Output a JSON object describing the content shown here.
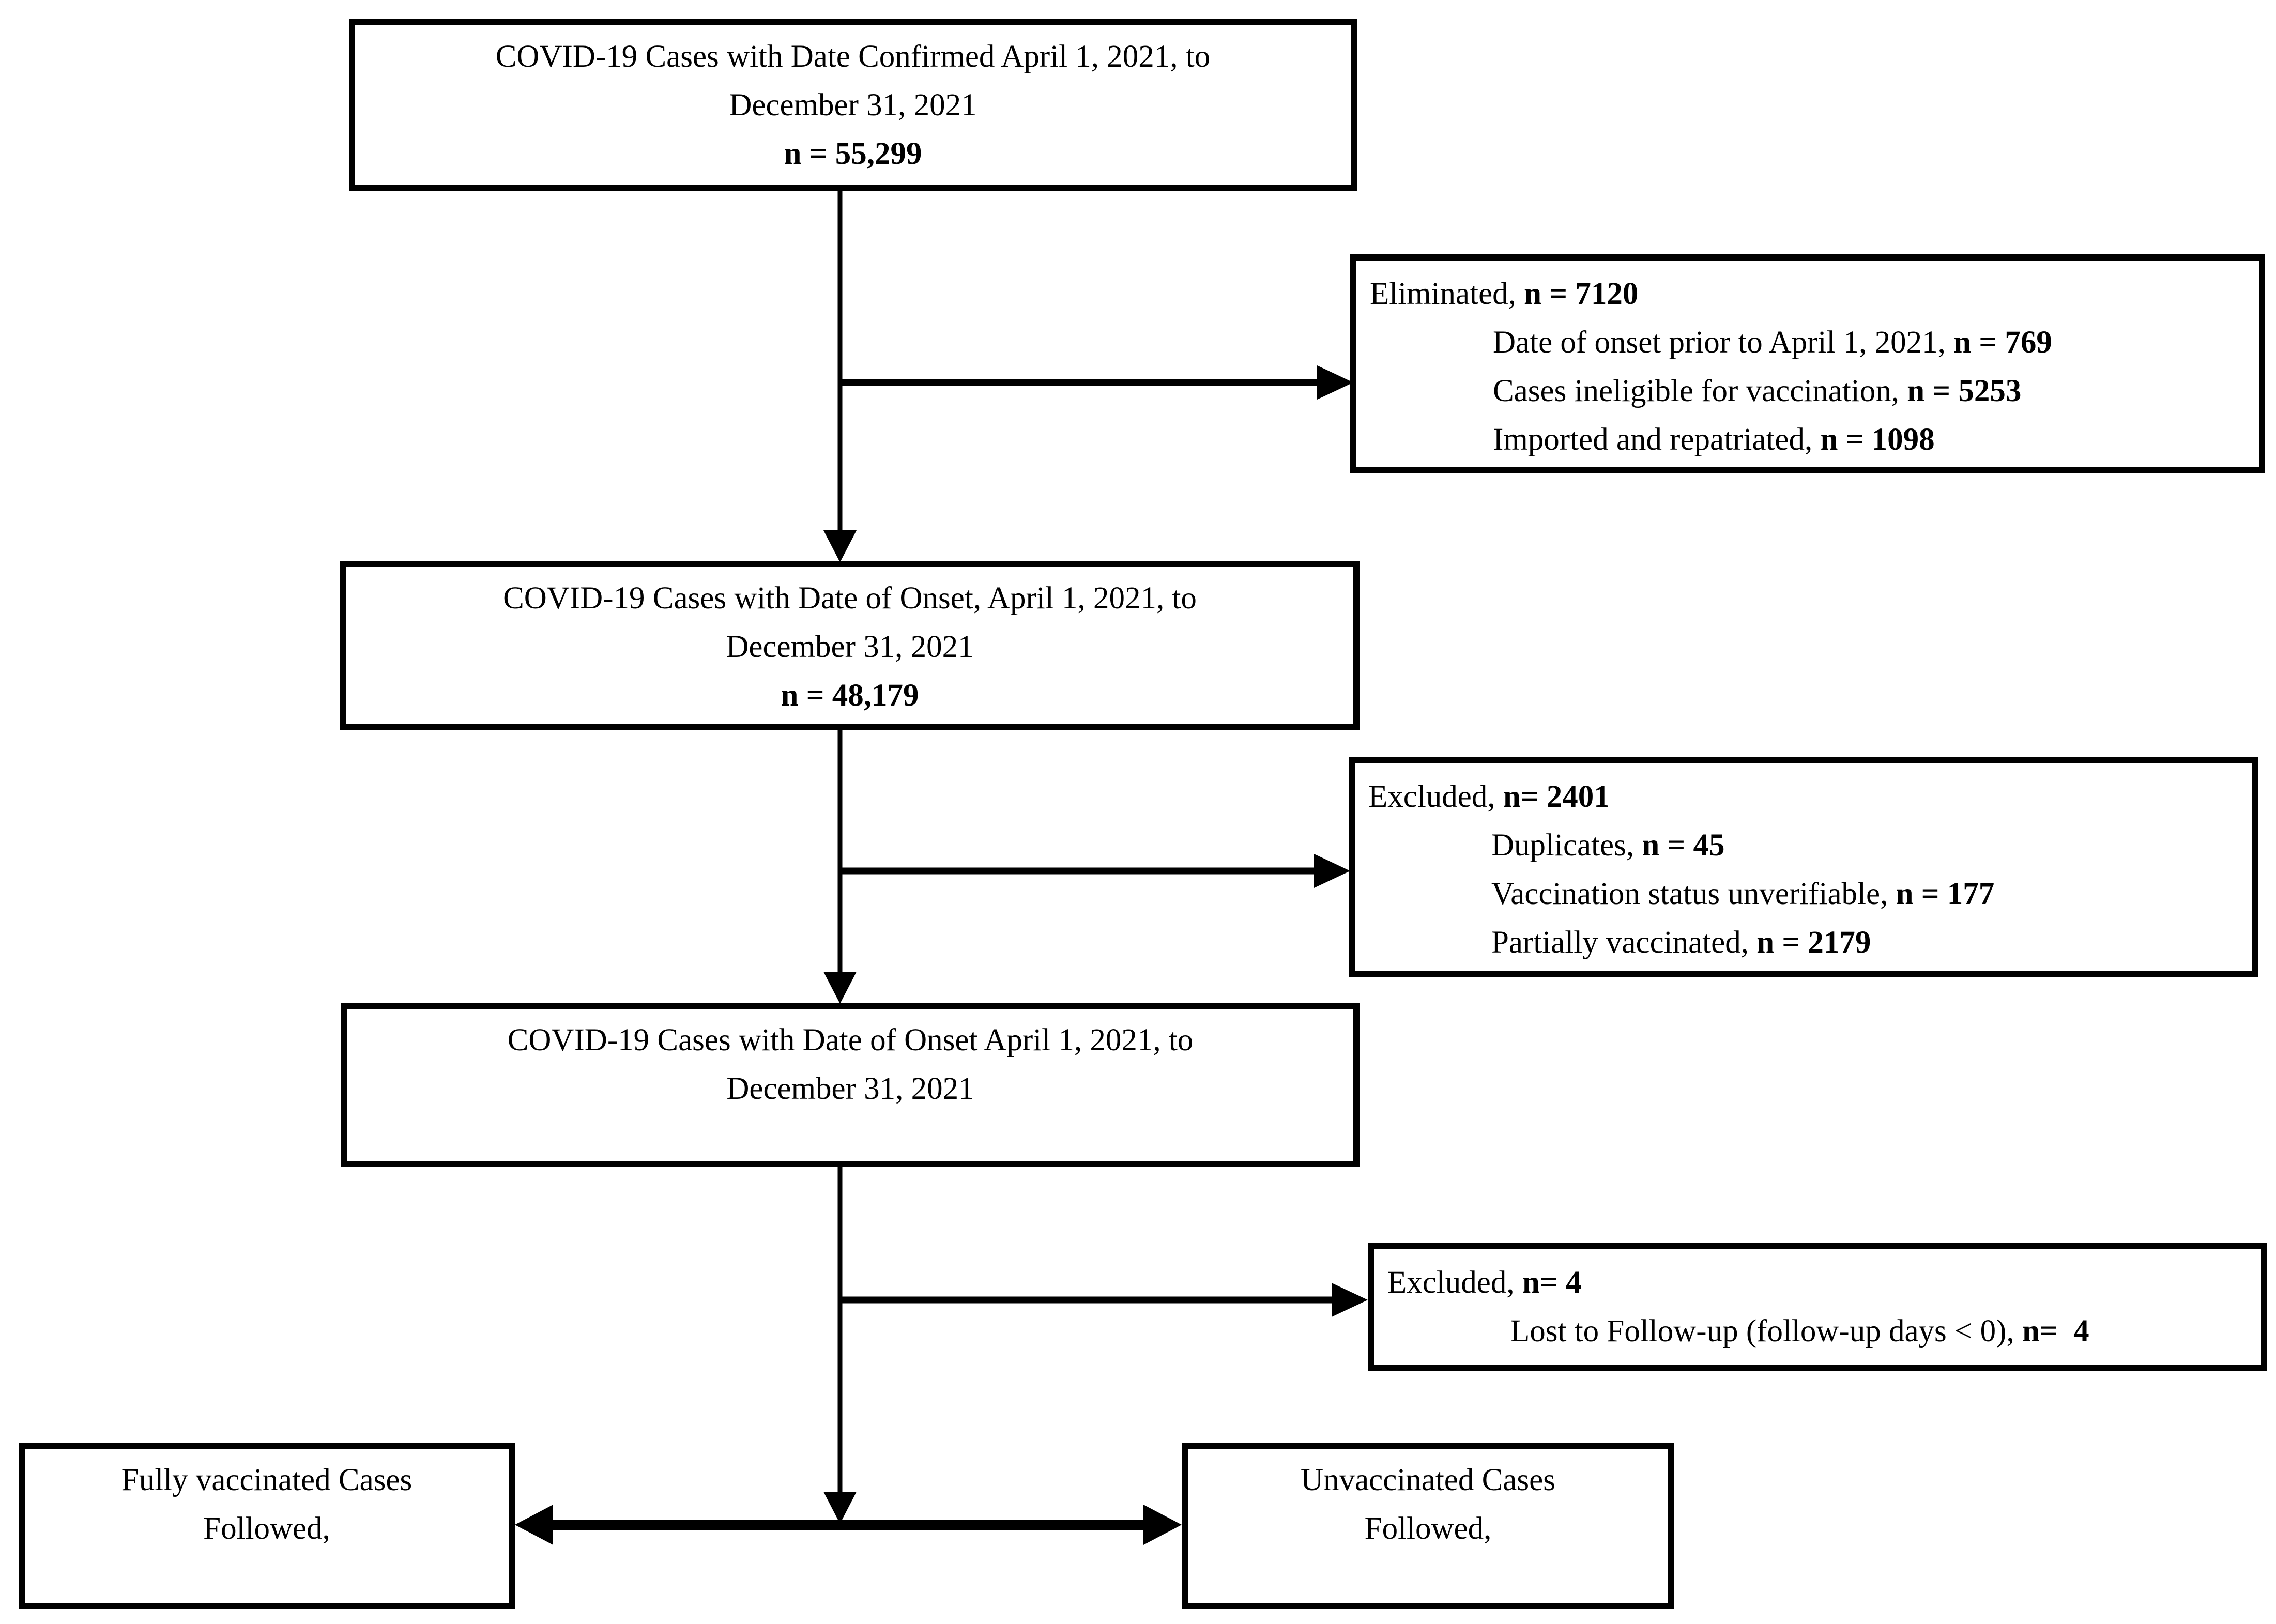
{
  "figure": {
    "type": "study-flow-diagram",
    "background_color": "#ffffff",
    "line_color": "#000000",
    "box_border_color": "#000000"
  },
  "boxes": {
    "confirmed": {
      "lines": [
        {
          "segs": [
            {
              "t": "COVID-19 Cases with Date Confirmed April 1, 2021, to"
            }
          ]
        },
        {
          "segs": [
            {
              "t": "December 31, 2021"
            }
          ]
        },
        {
          "segs": [
            {
              "t": "n = 55,299",
              "b": true
            }
          ]
        }
      ]
    },
    "eliminated": {
      "lines": [
        {
          "segs": [
            {
              "t": "Eliminated, "
            },
            {
              "t": "n = 7120",
              "b": true
            }
          ]
        },
        {
          "indent": true,
          "segs": [
            {
              "t": "Date of onset prior to April 1, 2021, "
            },
            {
              "t": "n = 769",
              "b": true
            }
          ]
        },
        {
          "indent": true,
          "segs": [
            {
              "t": "Cases ineligible for vaccination, "
            },
            {
              "t": "n = 5253",
              "b": true
            }
          ]
        },
        {
          "indent": true,
          "segs": [
            {
              "t": "Imported and repatriated, "
            },
            {
              "t": "n = 1098",
              "b": true
            }
          ]
        }
      ]
    },
    "onset": {
      "lines": [
        {
          "segs": [
            {
              "t": "COVID-19 Cases with Date of Onset, April 1, 2021, to"
            }
          ]
        },
        {
          "segs": [
            {
              "t": "December 31, 2021"
            }
          ]
        },
        {
          "segs": [
            {
              "t": "n = 48,179",
              "b": true
            }
          ]
        }
      ]
    },
    "excluded_onset": {
      "lines": [
        {
          "segs": [
            {
              "t": "Excluded"
            },
            {
              "t": ", "
            },
            {
              "t": "n= 2401",
              "b": true
            }
          ]
        },
        {
          "indent": true,
          "segs": [
            {
              "t": "Duplicates, "
            },
            {
              "t": "n = 45",
              "b": true
            }
          ]
        },
        {
          "indent": true,
          "segs": [
            {
              "t": "Vaccination status unverifiable, "
            },
            {
              "t": "n = 177",
              "b": true
            }
          ]
        },
        {
          "indent": true,
          "segs": [
            {
              "t": "Partially vaccinated, "
            },
            {
              "t": "n = 2179",
              "b": true
            }
          ]
        }
      ]
    },
    "onset_final": {
      "lines": [
        {
          "segs": [
            {
              "t": "COVID-19 Cases with Date of Onset April 1, 2021, to"
            }
          ]
        },
        {
          "segs": [
            {
              "t": "December 31, 2021"
            }
          ]
        }
      ]
    },
    "excluded_followup": {
      "lines": [
        {
          "segs": [
            {
              "t": "Excluded, "
            },
            {
              "t": "n= 4",
              "b": true
            }
          ]
        },
        {
          "indent": true,
          "segs": [
            {
              "t": "Lost to Follow-up (follow-up days < 0), "
            },
            {
              "t": "n=  4",
              "b": true
            }
          ]
        }
      ]
    },
    "fully_vaccinated": {
      "lines": [
        {
          "segs": [
            {
              "t": "Fully vaccinated Cases"
            }
          ]
        },
        {
          "segs": [
            {
              "t": "Followed,"
            }
          ]
        }
      ]
    },
    "unvaccinated": {
      "lines": [
        {
          "segs": [
            {
              "t": "Unvaccinated Cases"
            }
          ]
        },
        {
          "segs": [
            {
              "t": "Followed,"
            }
          ]
        }
      ]
    }
  }
}
